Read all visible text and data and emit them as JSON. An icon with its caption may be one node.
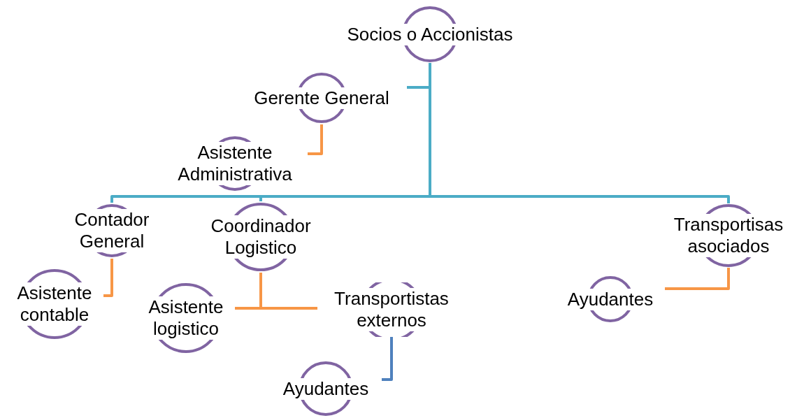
{
  "diagram": {
    "nodes": [
      {
        "text": [
          "Socios o Accionistas"
        ]
      },
      {
        "text": [
          "Gerente General"
        ]
      },
      {
        "text": [
          "Asistente Administrativa"
        ]
      },
      {
        "text": [
          "Contador General"
        ]
      },
      {
        "text": [
          "Asistente contable"
        ]
      },
      {
        "text": [
          "Coordinador Logistico"
        ]
      },
      {
        "text": [
          "Asistente logistico"
        ]
      },
      {
        "text": [
          "Transportistas externos"
        ]
      },
      {
        "text": [
          "Ayudantes"
        ]
      },
      {
        "text": [
          "Transportisas asociados"
        ]
      },
      {
        "text": [
          "Ayudantes"
        ]
      }
    ],
    "edges": [
      {
        "from": 0,
        "to": 1,
        "arrow": "none",
        "color": "#4bacc6"
      },
      {
        "from": 0,
        "to": 3,
        "arrow": "none",
        "color": "#4bacc6"
      },
      {
        "from": 0,
        "to": 5,
        "arrow": "none",
        "color": "#4bacc6"
      },
      {
        "from": 0,
        "to": 9,
        "arrow": "none",
        "color": "#4bacc6"
      },
      {
        "from": 1,
        "to": 2,
        "arrow": "none"
      },
      {
        "from": 3,
        "to": 4,
        "arrow": "none"
      },
      {
        "from": 5,
        "to": 6,
        "arrow": "none"
      },
      {
        "from": 5,
        "to": 7,
        "arrow": "none"
      },
      {
        "from": 7,
        "to": 8,
        "arrow": "none",
        "color": "#4f81bd"
      },
      {
        "from": 9,
        "to": 10,
        "arrow": "none"
      }
    ]
  }
}
